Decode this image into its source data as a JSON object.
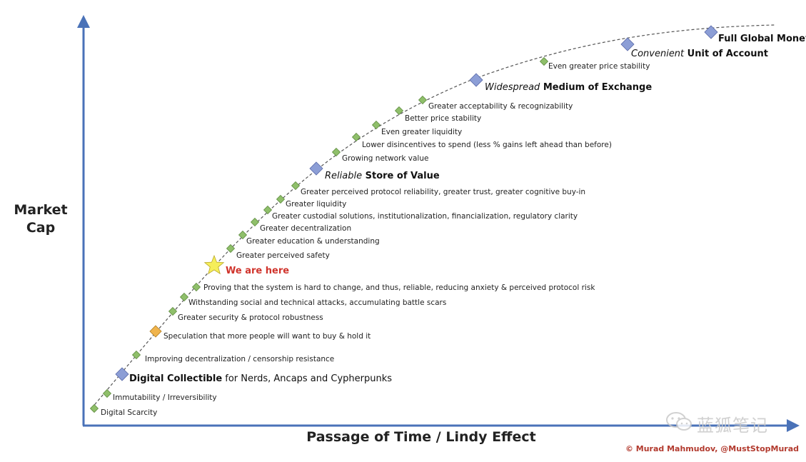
{
  "axes": {
    "y_label_line1": "Market",
    "y_label_line2": "Cap",
    "x_label": "Passage of Time / Lindy Effect"
  },
  "credit": "© Murad Mahmudov, @MustStopMurad",
  "watermark": "蓝狐笔记",
  "colors": {
    "axis": "#4a72b8",
    "minor_marker": "#8fbf6a",
    "major_marker": "#8c9ed6",
    "speculation_marker": "#f0b44c",
    "star": "#f5ee5a",
    "we_are_here": "#d0342c"
  },
  "milestones": [
    {
      "id": "digital-scarcity",
      "kind": "minor",
      "text": "Digital Scarcity"
    },
    {
      "id": "immutability",
      "kind": "minor",
      "text": "Immutability / Irreversibility"
    },
    {
      "id": "digital-collectible",
      "kind": "major",
      "bold": "Digital Collectible",
      "rest": " for Nerds, Ancaps and Cypherpunks"
    },
    {
      "id": "improving-decentralization",
      "kind": "minor",
      "text": "Improving decentralization / censorship resistance"
    },
    {
      "id": "speculation",
      "kind": "speculation",
      "text": "Speculation that more people will want to buy & hold it"
    },
    {
      "id": "security",
      "kind": "minor",
      "text": "Greater security & protocol robustness"
    },
    {
      "id": "withstanding",
      "kind": "minor",
      "text": "Withstanding social and technical attacks, accumulating battle scars"
    },
    {
      "id": "proving",
      "kind": "minor",
      "text": "Proving that the system is hard to change, and thus, reliable, reducing anxiety & perceived protocol risk"
    },
    {
      "id": "we-are-here",
      "kind": "star",
      "text": "We are here"
    },
    {
      "id": "perceived-safety",
      "kind": "minor",
      "text": "Greater perceived safety"
    },
    {
      "id": "education",
      "kind": "minor",
      "text": "Greater education & understanding"
    },
    {
      "id": "decentralization",
      "kind": "minor",
      "text": "Greater decentralization"
    },
    {
      "id": "custodial",
      "kind": "minor",
      "text": "Greater custodial solutions, institutionalization, financialization, regulatory clarity"
    },
    {
      "id": "liquidity",
      "kind": "minor",
      "text": "Greater liquidity"
    },
    {
      "id": "reliability",
      "kind": "minor",
      "text": "Greater perceived protocol reliability, greater trust, greater cognitive buy-in"
    },
    {
      "id": "store-of-value",
      "kind": "major",
      "italic": "Reliable",
      "bold": " Store of Value"
    },
    {
      "id": "network-value",
      "kind": "minor",
      "text": "Growing network value"
    },
    {
      "id": "disincentives",
      "kind": "minor",
      "text": "Lower disincentives to spend (less % gains left ahead than before)"
    },
    {
      "id": "even-liquidity",
      "kind": "minor",
      "text": "Even greater liquidity"
    },
    {
      "id": "price-stability",
      "kind": "minor",
      "text": "Better price stability"
    },
    {
      "id": "acceptability",
      "kind": "minor",
      "text": "Greater acceptability & recognizability"
    },
    {
      "id": "medium-of-exchange",
      "kind": "major",
      "italic": "Widespread",
      "bold": " Medium of Exchange"
    },
    {
      "id": "even-price-stability",
      "kind": "minor",
      "text": "Even greater price stability"
    },
    {
      "id": "unit-of-account",
      "kind": "major",
      "italic": "Convenient",
      "bold": " Unit of Account"
    },
    {
      "id": "global-money",
      "kind": "major",
      "bold": "Full Global Money"
    }
  ]
}
